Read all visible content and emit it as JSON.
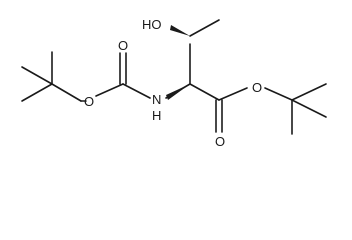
{
  "molecule": {
    "atoms": {
      "hydroxyl": "HO",
      "carbamate_carbonyl_oxygen": "O",
      "carbamate_ester_oxygen": "O",
      "amine_nitrogen": "N",
      "amine_hydrogen": "H",
      "ester_ether_oxygen": "O",
      "ester_carbonyl_oxygen": "O"
    }
  }
}
